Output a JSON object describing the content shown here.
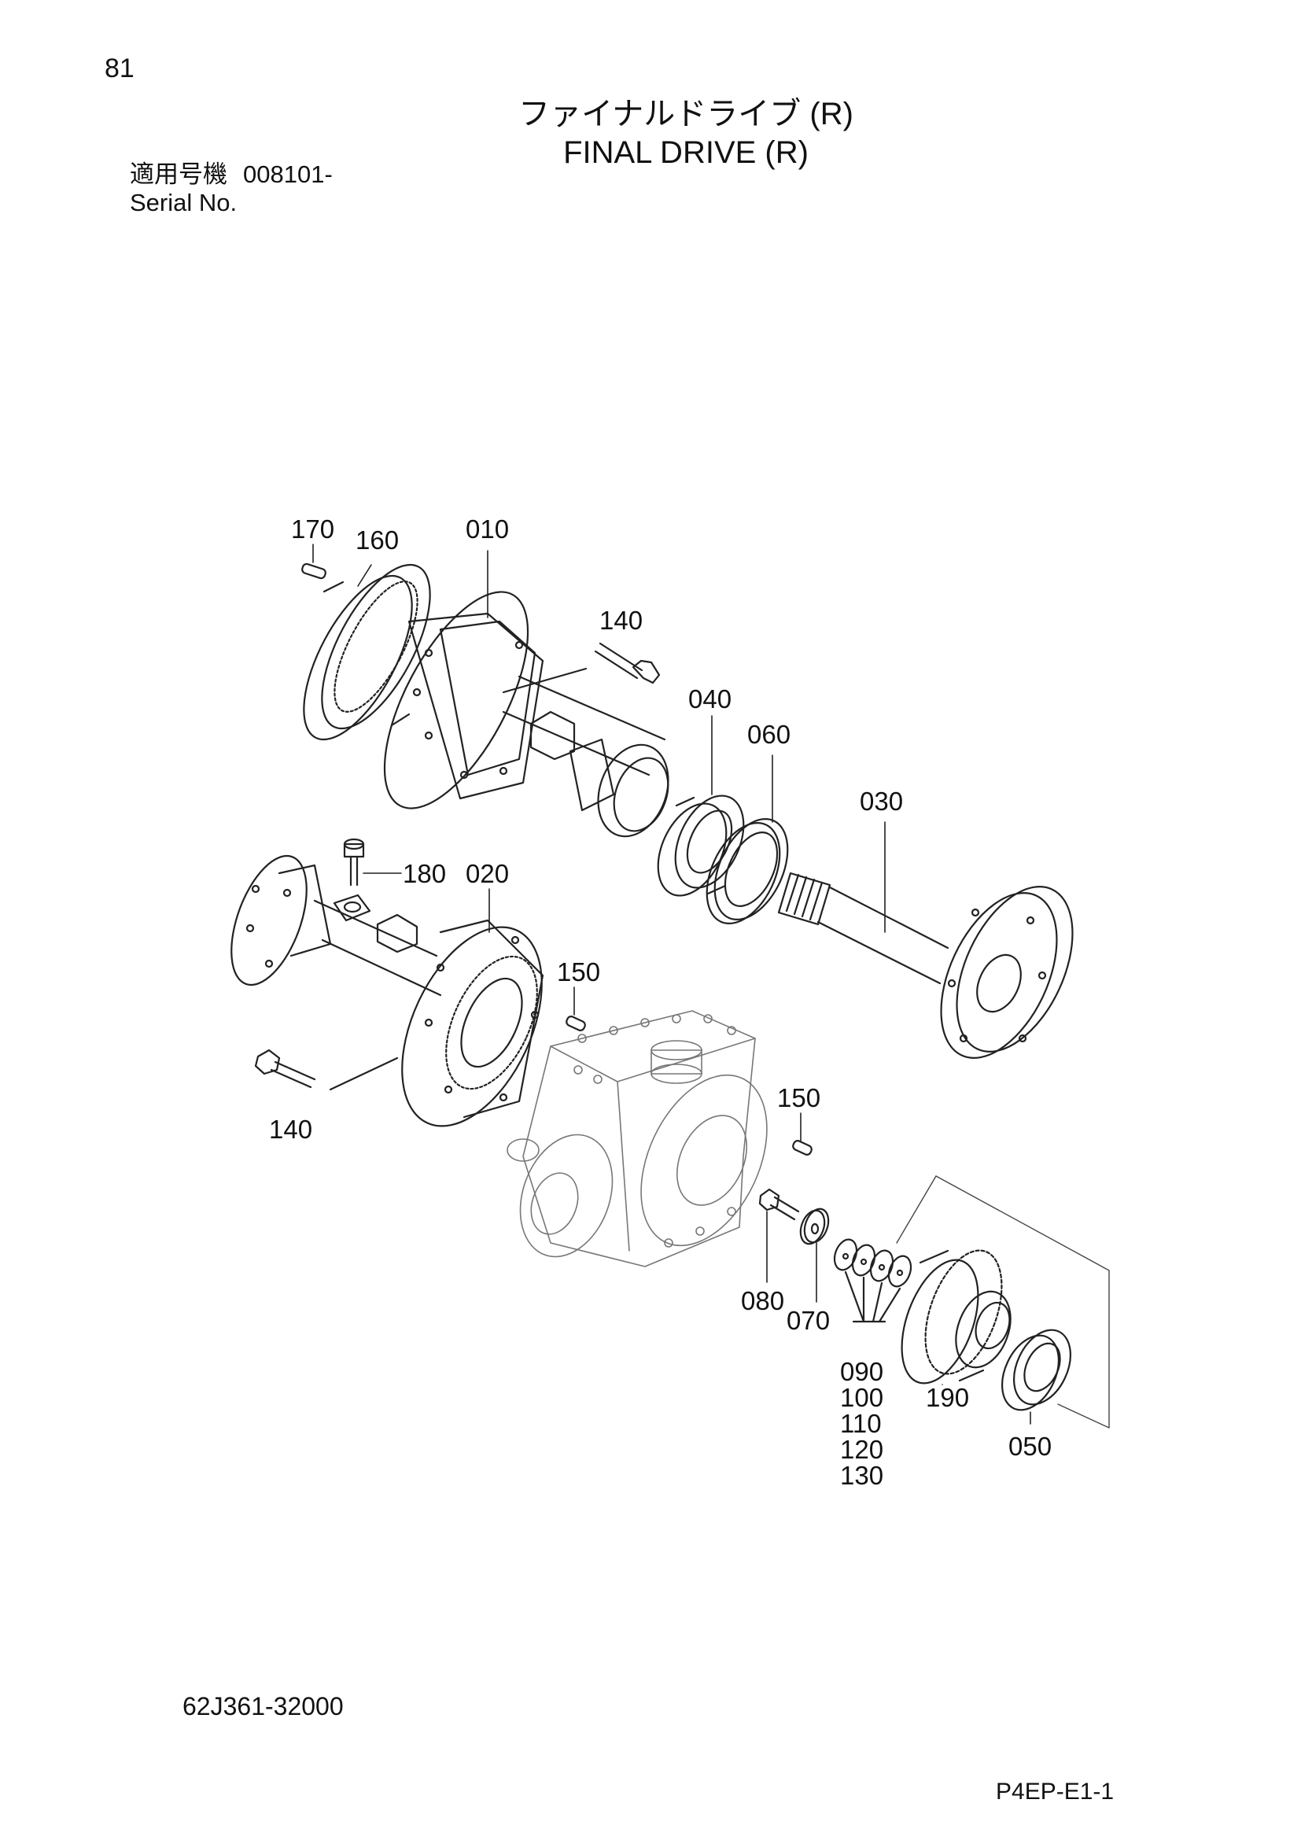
{
  "page_number": "81",
  "title_jp": "ファイナルドライブ (R)",
  "title_en": "FINAL DRIVE (R)",
  "serial_label_jp": "適用号機",
  "serial_label_en": "Serial No.",
  "serial_value": "008101-",
  "drawing_code": "62J361-32000",
  "page_code": "P4EP-E1-1",
  "callouts": {
    "c170": "170",
    "c160": "160",
    "c010": "010",
    "c140a": "140",
    "c040": "040",
    "c060": "060",
    "c030": "030",
    "c180": "180",
    "c020": "020",
    "c150a": "150",
    "c140b": "140",
    "c150b": "150",
    "c080": "080",
    "c070": "070",
    "c090": "090",
    "c100": "100",
    "c110": "110",
    "c120": "120",
    "c130": "130",
    "c190": "190",
    "c050": "050"
  }
}
